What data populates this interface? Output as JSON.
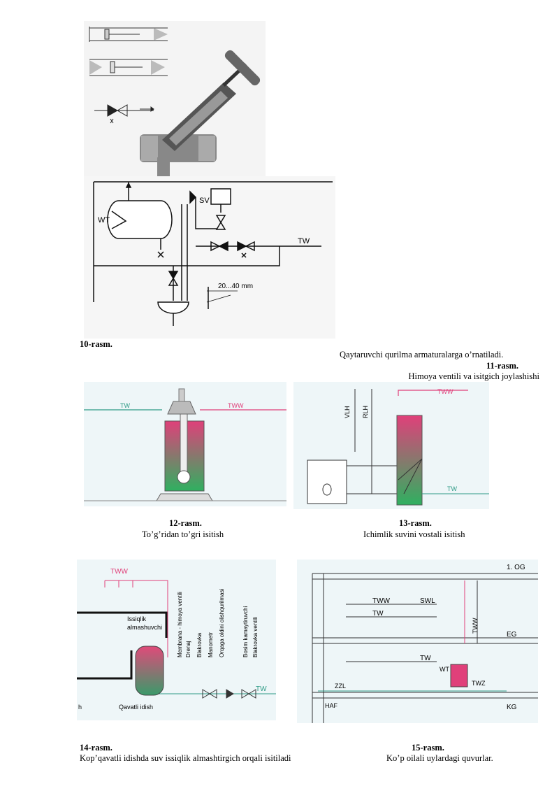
{
  "fig10": {
    "number": "10-rasm.",
    "labels": {
      "wt": "WT",
      "sv": "SV",
      "tw": "TW",
      "dim": "20...40 mm"
    }
  },
  "fig11": {
    "caption_line1": "Qaytaruvchi qurilma armaturalarga o’rnatiladi.",
    "number": "11-rasm.",
    "caption_line2": "Himoya ventili va isitgich joylashishi"
  },
  "fig12": {
    "number": "12-rasm.",
    "caption": "To’g’ridan to’gri isitish",
    "labels": {
      "tw": "TW",
      "tww": "TWW"
    }
  },
  "fig13": {
    "number": "13-rasm.",
    "caption": "Ichimlik suvini vostali isitish",
    "labels": {
      "tww": "TWW",
      "tw": "TW",
      "vlh": "VLH",
      "rlh": "RLH"
    }
  },
  "fig14": {
    "number": "14-rasm.",
    "caption": "Kop’qavatli idishda suv issiqlik almashtirgich orqali isitiladi",
    "labels": {
      "tww": "TWW",
      "tw": "TW",
      "exchanger_1": "Issiqlik",
      "exchanger_2": "almashuvchi",
      "tank": "Qavatli idish",
      "h": "h",
      "v1": "Membrana - himoya ventili",
      "v2": "Drenaj",
      "v3": "Blakrovka",
      "v4": "Manometr",
      "v5": "Orqaga oldini olishqurilmasi",
      "v6": "Bosim kamaytiruvchi",
      "v7": "Blakrovka ventili"
    }
  },
  "fig15": {
    "number": "15-rasm.",
    "caption": "Ko’p oilali uylardagi quvurlar.",
    "labels": {
      "og": "1. OG",
      "eg": "EG",
      "kg": "KG",
      "tww": "TWW",
      "swl": "SWL",
      "tw": "TW",
      "tw2": "TW",
      "tww_v": "TWW",
      "zzl": "ZZL",
      "haf": "HAF",
      "wt": "WT",
      "twz": "TWZ"
    }
  },
  "colors": {
    "teal": "#2e9b86",
    "pink": "#e0407a",
    "bg": "#eef6f8"
  }
}
